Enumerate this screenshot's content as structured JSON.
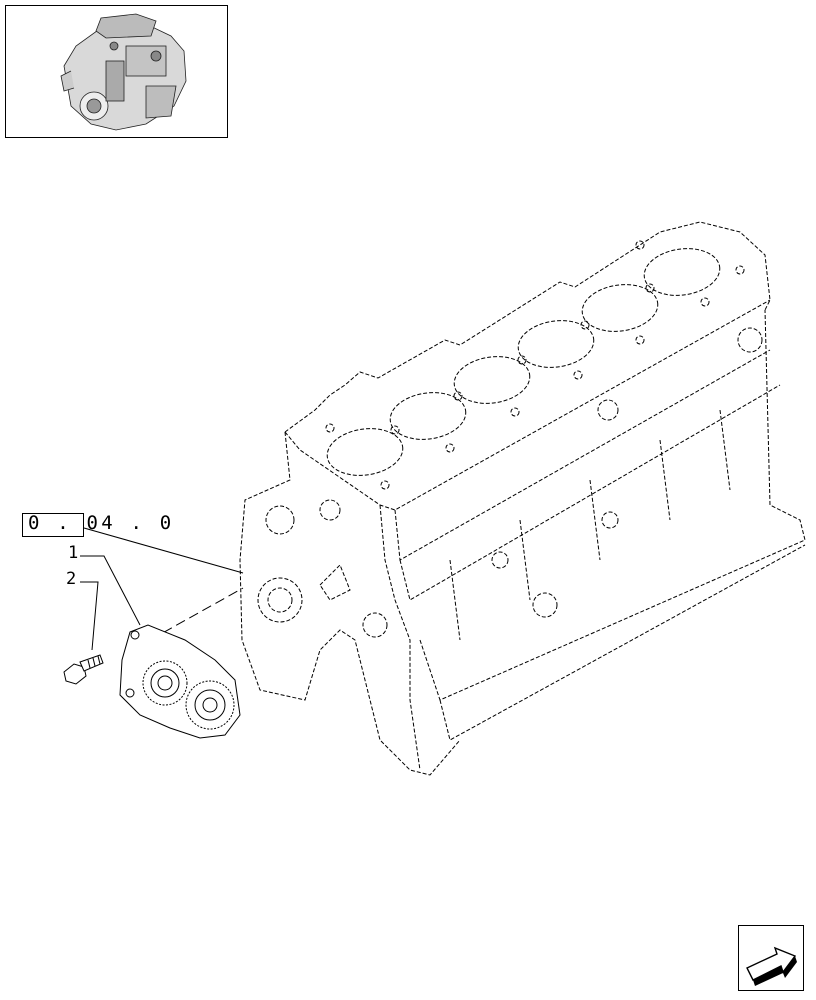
{
  "reference": {
    "code": "0 . 04 . 0"
  },
  "callouts": [
    {
      "id": "1",
      "label": "1"
    },
    {
      "id": "2",
      "label": "2"
    }
  ],
  "icons": {
    "thumbnail": "engine-thumbnail-icon",
    "navigation": "next-page-arrow-icon"
  },
  "colors": {
    "line": "#000000",
    "background": "#ffffff"
  }
}
